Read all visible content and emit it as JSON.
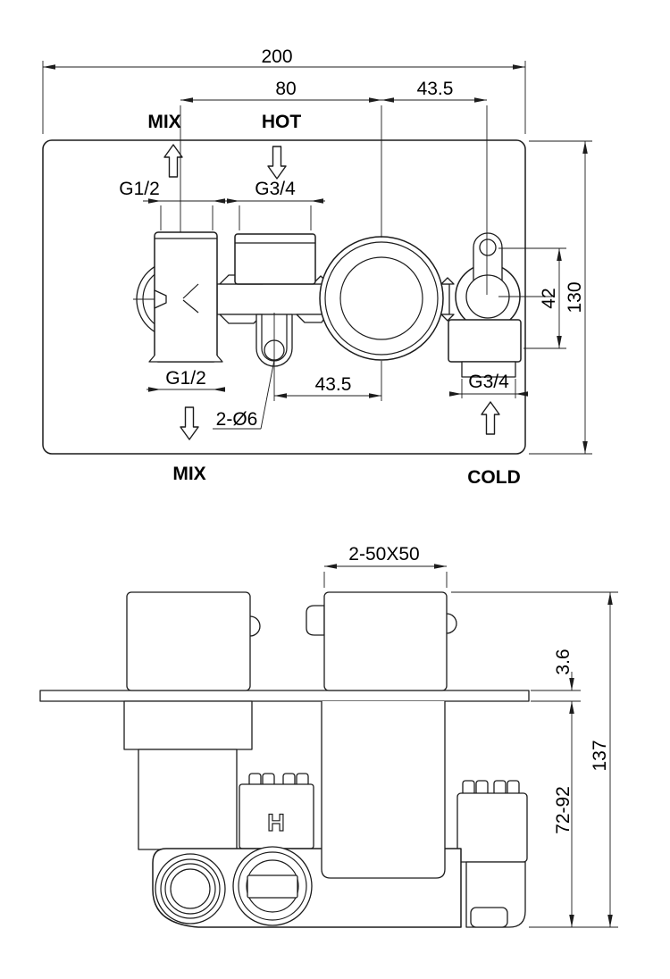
{
  "colors": {
    "background": "#ffffff",
    "line": "#1c1c1c",
    "text": "#000000"
  },
  "top_view": {
    "labels": {
      "mix_top": "MIX",
      "hot": "HOT",
      "mix_bottom": "MIX",
      "cold": "COLD",
      "g12_top": "G1/2",
      "g34_top": "G3/4",
      "g12_bottom": "G1/2",
      "g34_bottom": "G3/4",
      "mounting_holes": "2-Ø6"
    },
    "dims": {
      "overall_width": "200",
      "outlet_to_cartridge": "80",
      "cartridge_to_ear": "43.5",
      "tab_to_cartridge": "43.5",
      "ear_to_port": "42",
      "overall_height": "130"
    }
  },
  "side_view": {
    "labels": {
      "hot_marker": "H"
    },
    "dims": {
      "trim_plates": "2-50X50",
      "wall_plate_thickness": "3.6",
      "install_depth_range": "72-92",
      "overall_depth": "137"
    }
  }
}
